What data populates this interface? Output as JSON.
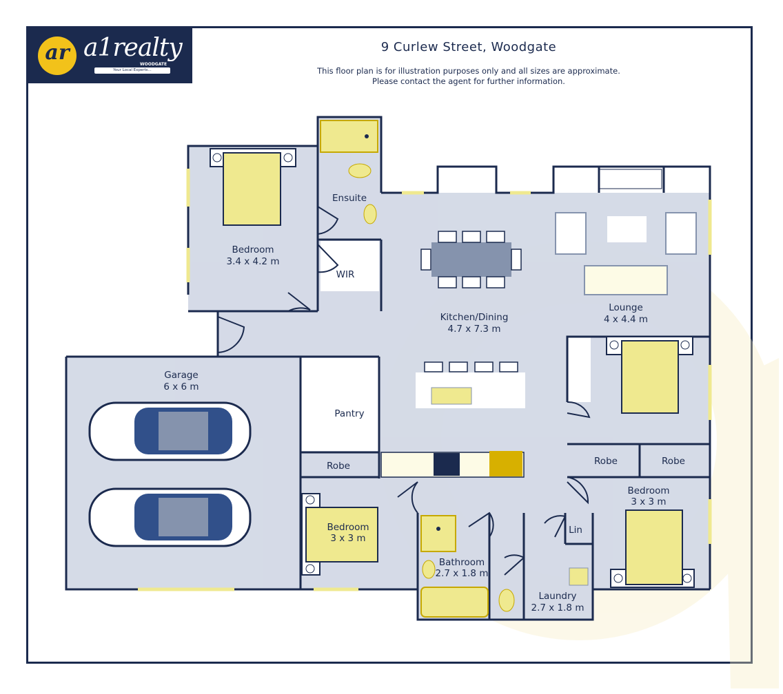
{
  "brand": {
    "logo_mark": "ar",
    "logo_word": "a1realty",
    "logo_location": "WOODGATE",
    "logo_tagline": "Your Local Experts...",
    "colors": {
      "navy": "#1b2a4e",
      "yellow": "#f2c21a",
      "room_fill": "#d3d9e6",
      "furniture_yellow": "#efe98f"
    }
  },
  "header": {
    "address": "9 Curlew Street, Woodgate",
    "disclaimer_line1": "This floor plan is for illustration purposes only and all sizes are approximate.",
    "disclaimer_line2": "Please contact the agent for further information."
  },
  "rooms": {
    "bedroom_main": {
      "name": "Bedroom",
      "size": "3.4 x 4.2 m"
    },
    "ensuite": {
      "name": "Ensuite"
    },
    "wir": {
      "name": "WIR"
    },
    "kitchen_dining": {
      "name": "Kitchen/Dining",
      "size": "4.7 x 7.3 m"
    },
    "lounge": {
      "name": "Lounge",
      "size": "4 x 4.4 m"
    },
    "garage": {
      "name": "Garage",
      "size": "6 x 6 m"
    },
    "pantry": {
      "name": "Pantry"
    },
    "robe_left": {
      "name": "Robe"
    },
    "robe_mid": {
      "name": "Robe"
    },
    "robe_right": {
      "name": "Robe"
    },
    "bedroom_left": {
      "name": "Bedroom",
      "size": "3 x 3 m"
    },
    "bathroom": {
      "name": "Bathroom",
      "size": "2.7 x 1.8 m"
    },
    "lin": {
      "name": "Lin"
    },
    "laundry": {
      "name": "Laundry",
      "size": "2.7 x 1.8 m"
    },
    "bedroom_right": {
      "name": "Bedroom",
      "size": "3 x 3 m"
    }
  }
}
